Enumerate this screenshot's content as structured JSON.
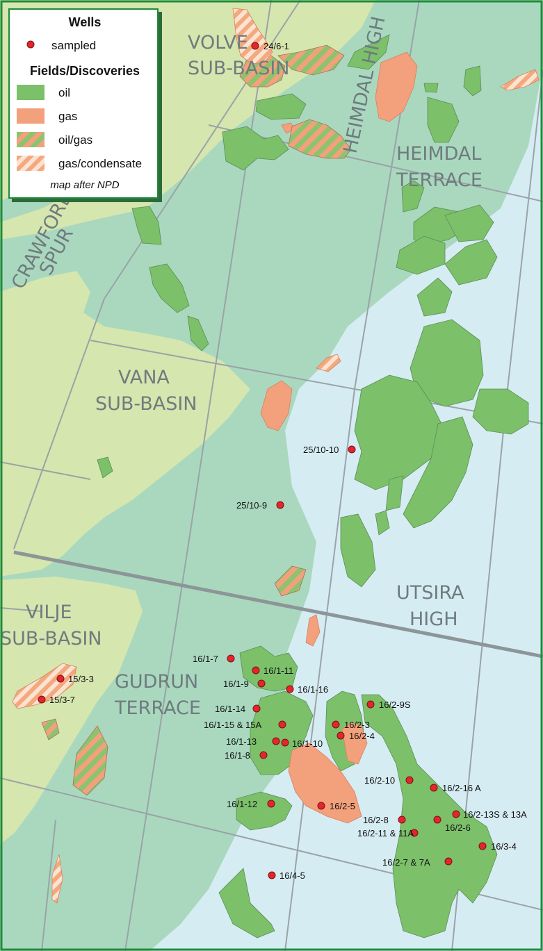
{
  "legend": {
    "wells_title": "Wells",
    "sampled_label": "sampled",
    "fields_title": "Fields/Discoveries",
    "oil_label": "oil",
    "gas_label": "gas",
    "oilgas_label": "oil/gas",
    "condensate_label": "gas/condensate",
    "note": "map after NPD"
  },
  "colors": {
    "oil": "#7cc06a",
    "gas": "#f3a07c",
    "subbasin": "#d5e6ae",
    "terrace": "#a9d8bf",
    "high": "#d6ecf3",
    "frame": "#1f8b3a",
    "well": "#e3262c"
  },
  "regions": {
    "volve_1": "VOLVE",
    "volve_2": "SUB-BASIN",
    "heimdal_high": "HEIMDAL HIGH",
    "heimdal_terrace_1": "HEIMDAL",
    "heimdal_terrace_2": "TERRACE",
    "crawford_1": "CRAWFORD",
    "crawford_2": "SPUR",
    "vana_1": "VANA",
    "vana_2": "SUB-BASIN",
    "utsira_1": "UTSIRA",
    "utsira_2": "HIGH",
    "vilje_1": "VILJE",
    "vilje_2": "SUB-BASIN",
    "gudrun_1": "GUDRUN",
    "gudrun_2": "TERRACE"
  },
  "wells": {
    "w24_6_1": "24/6-1",
    "w25_10_10": "25/10-10",
    "w25_10_9": "25/10-9",
    "w16_1_7": "16/1-7",
    "w16_1_11": "16/1-11",
    "w16_1_9": "16/1-9",
    "w16_1_16": "16/1-16",
    "w16_1_14": "16/1-14",
    "w16_1_15": "16/1-15 & 15A",
    "w16_1_13": "16/1-13",
    "w16_1_10": "16/1-10",
    "w16_1_8": "16/1-8",
    "w16_1_12": "16/1-12",
    "w15_3_3": "15/3-3",
    "w15_3_7": "15/3-7",
    "w16_2_9s": "16/2-9S",
    "w16_2_3": "16/2-3",
    "w16_2_4": "16/2-4",
    "w16_2_10": "16/2-10",
    "w16_2_16a": "16/2-16 A",
    "w16_2_5": "16/2-5",
    "w16_2_8": "16/2-8",
    "w16_2_13s": "16/2-13S & 13A",
    "w16_2_6": "16/2-6",
    "w16_2_11": "16/2-11 & 11A",
    "w16_3_4": "16/3-4",
    "w16_2_7": "16/2-7 & 7A",
    "w16_4_5": "16/4-5"
  }
}
